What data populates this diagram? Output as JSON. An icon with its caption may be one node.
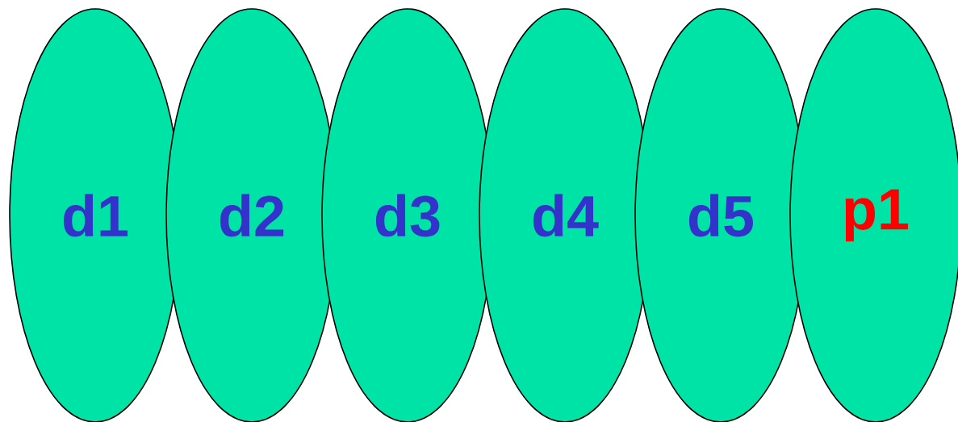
{
  "diagram": {
    "nodes": [
      {
        "text": [
          "d1"
        ]
      },
      {
        "text": [
          "d2"
        ]
      },
      {
        "text": [
          "d3"
        ]
      },
      {
        "text": [
          "d4"
        ]
      },
      {
        "text": [
          "d5"
        ]
      },
      {
        "text": [
          "p1"
        ]
      }
    ]
  }
}
